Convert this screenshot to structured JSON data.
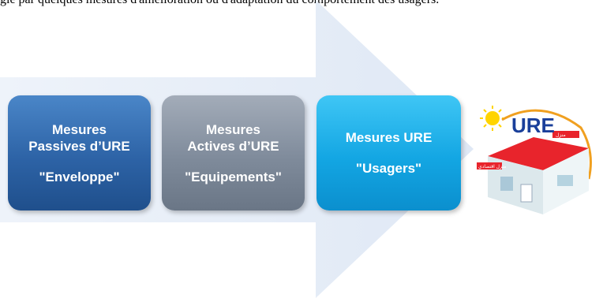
{
  "header": {
    "partial_text": "gie par quelques mesures d'amélioration ou d'adaptation du comportement des usagers."
  },
  "diagram": {
    "boxes": [
      {
        "line1": "Mesures",
        "line2": "Passives d’URE",
        "line3": "\"Enveloppe\""
      },
      {
        "line1": "Mesures",
        "line2": "Actives d’URE",
        "line3": "\"Equipements\""
      },
      {
        "line1": "Mesures URE",
        "line2": "",
        "line3": "\"Usagers\""
      }
    ],
    "colors": {
      "box1": "#2d63a6",
      "box2": "#7f8b9b",
      "box3": "#13a6e3",
      "arrow": "#e6edf8"
    }
  },
  "logo": {
    "title": "URE",
    "arabic_labels": [
      "منزل",
      "منزل اقتصادي"
    ],
    "icons": [
      "sun-icon",
      "house-icon"
    ]
  }
}
